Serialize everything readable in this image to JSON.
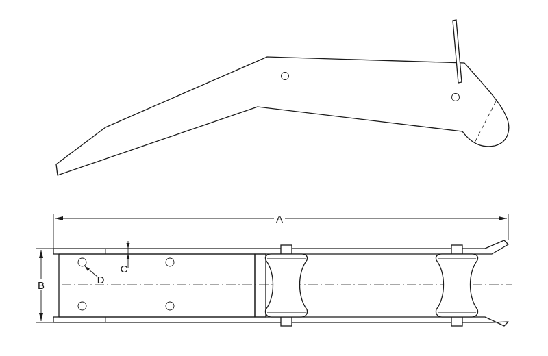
{
  "labels": {
    "overall_length": "A",
    "width": "B",
    "plate_thickness": "C",
    "hole_diameter": "D"
  },
  "colors": {
    "line": "#1a1a1a",
    "background": "#ffffff"
  }
}
